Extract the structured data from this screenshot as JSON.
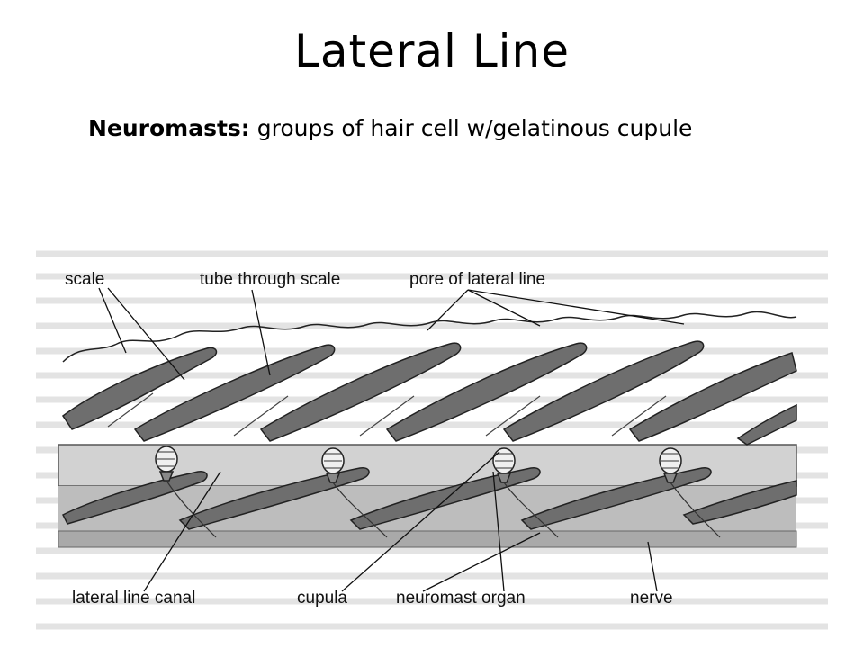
{
  "slide": {
    "title": "Lateral Line",
    "subtitle_term": "Neuromasts:",
    "subtitle_text": " groups of hair cell w/gelatinous cupule"
  },
  "diagram": {
    "labels": {
      "scale": "scale",
      "tube": "tube through scale",
      "pore": "pore of lateral line",
      "canal": "lateral line canal",
      "cupula": "cupula",
      "neuromast": "neuromast organ",
      "nerve": "nerve"
    }
  },
  "colors": {
    "scale_fill": "#6e6e6e",
    "canal_fill": "#cfcfcf",
    "skin_fill": "#c2c2c2",
    "nerve_fill": "#b5b5b5",
    "background_text": "#d9d9d9"
  }
}
